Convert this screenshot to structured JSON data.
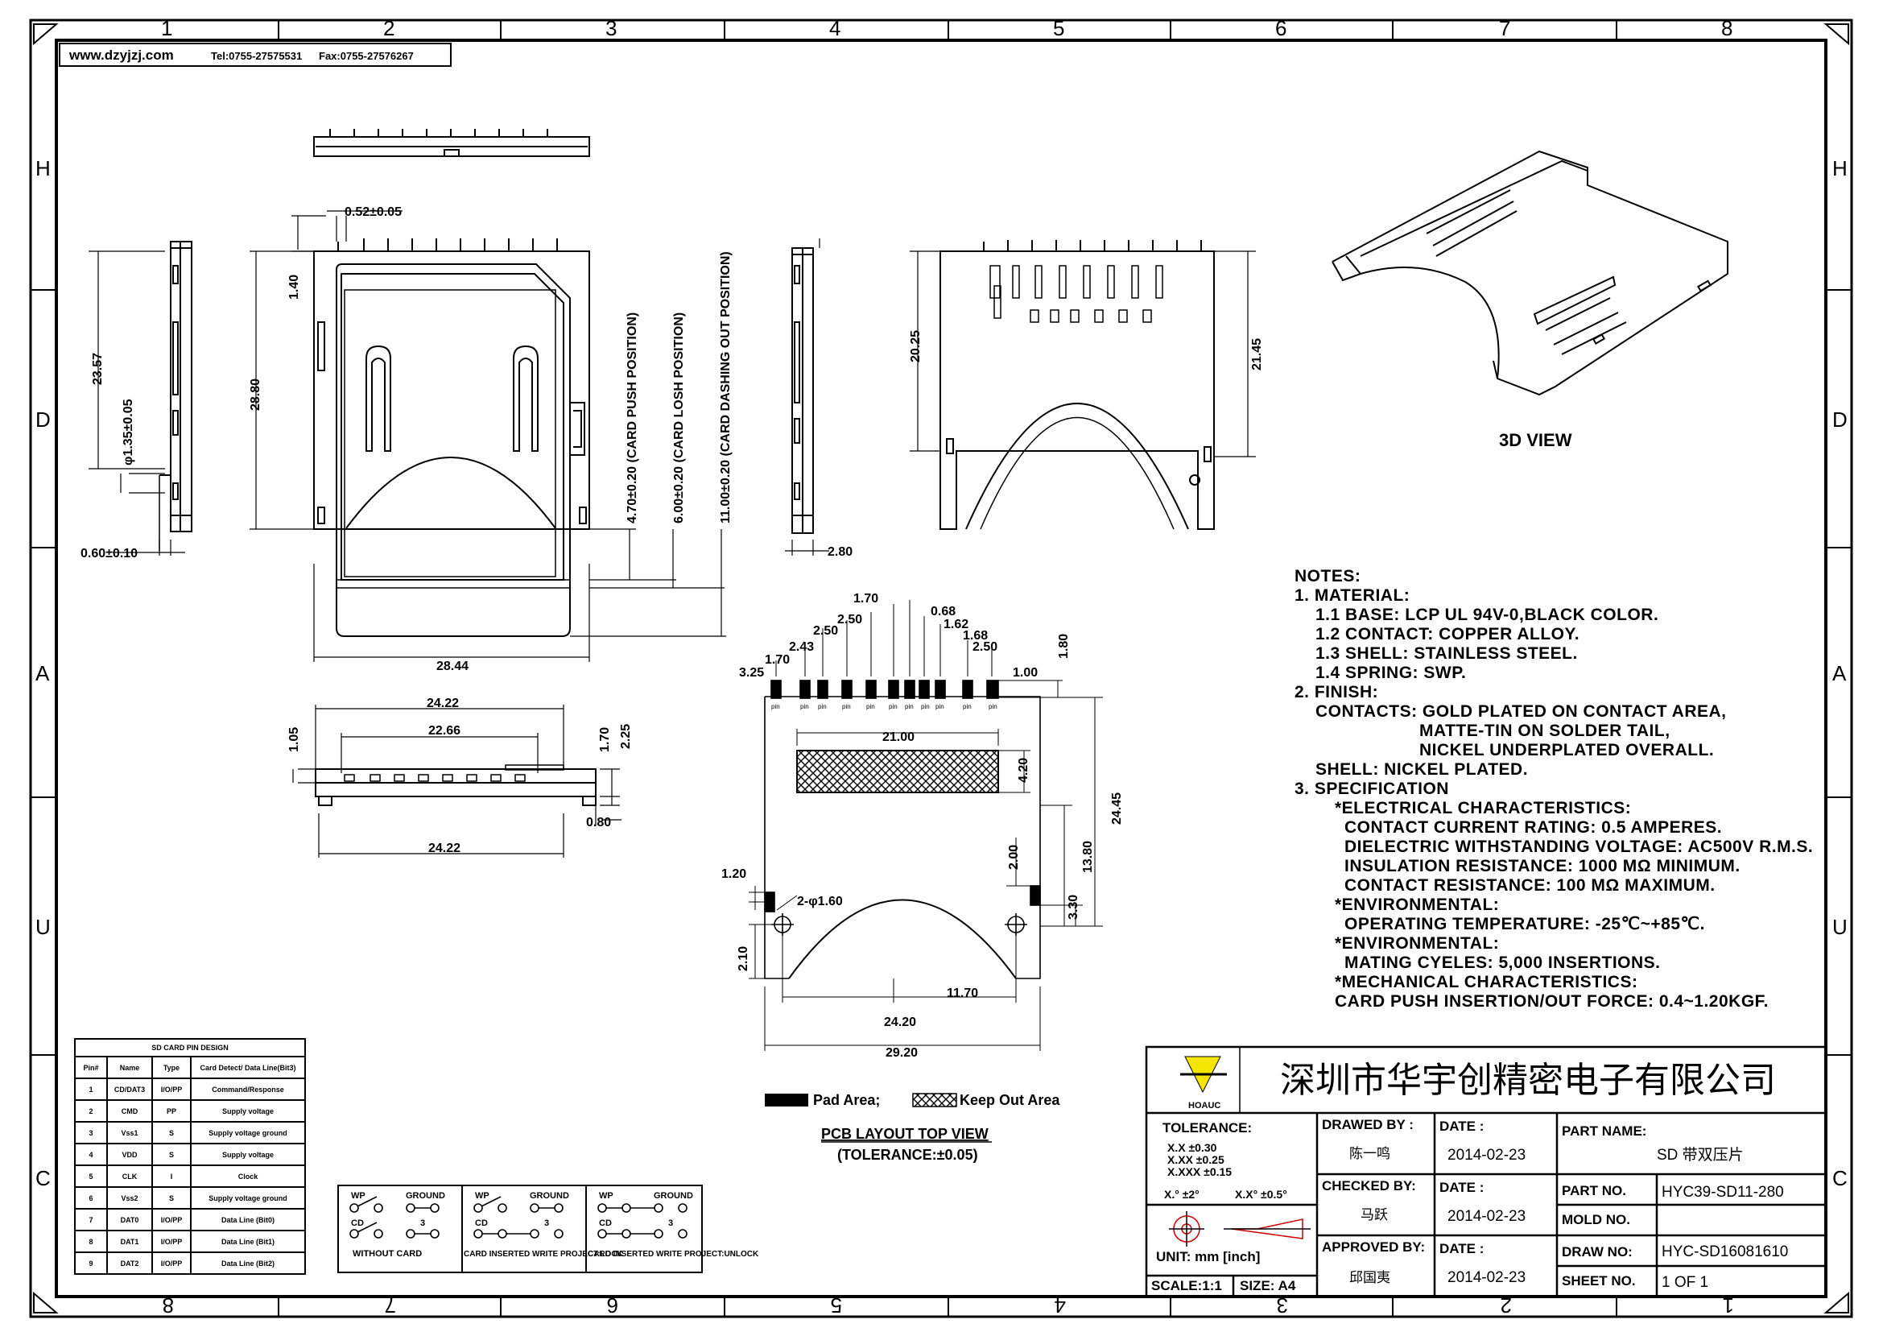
{
  "header": {
    "website": "www.dzyjzj.com",
    "tel": "Tel:0755-27575531",
    "fax": "Fax:0755-27576267"
  },
  "border": {
    "top_cols": [
      "1",
      "2",
      "3",
      "4",
      "5",
      "6",
      "7",
      "8"
    ],
    "bottom_cols": [
      "8",
      "7",
      "6",
      "5",
      "4",
      "3",
      "2",
      "1"
    ],
    "left_rows": [
      "H",
      "D",
      "A",
      "U",
      "C"
    ],
    "right_rows": [
      "H",
      "D",
      "A",
      "U",
      "C"
    ]
  },
  "views": {
    "left_view": {
      "dims": [
        "23.57",
        "φ1.35±0.05",
        "0.60±0.10"
      ]
    },
    "top_view": {
      "dims": [
        "0.52±0.05",
        "1.40",
        "28.80",
        "28.44",
        "4.70±0.20 (CARD PUSH POSITION)",
        "6.00±0.20 (CARD LOSH POSITION)",
        "11.00±0.20 (CARD DASHING OUT POSITION)"
      ]
    },
    "side_view": {
      "dims": [
        "2.80"
      ]
    },
    "bottom_view": {
      "dims": [
        "20.25",
        "21.45"
      ]
    },
    "front_view": {
      "dims": [
        "24.22",
        "22.66",
        "1.05",
        "1.70",
        "2.25",
        "0.80",
        "24.22"
      ]
    },
    "view_3d": {
      "label": "3D VIEW"
    }
  },
  "pcb_layout": {
    "dims": [
      "1.70",
      "0.68",
      "2.50",
      "1.62",
      "2.43",
      "1.68",
      "1.70",
      "2.50",
      "3.25",
      "2.50",
      "1.00",
      "1.80",
      "21.00",
      "4.20",
      "24.45",
      "13.80",
      "2.00",
      "3.30",
      "1.20",
      "2-φ1.60",
      "2.10",
      "11.70",
      "24.20",
      "29.20"
    ],
    "legend_pad": "Pad Area;",
    "legend_keepout": "Keep Out Area",
    "title": "PCB LAYOUT TOP VIEW",
    "tolerance": "(TOLERANCE:±0.05)"
  },
  "notes": {
    "heading": "NOTES:",
    "lines": [
      {
        "text": "1. MATERIAL:",
        "indent": 0
      },
      {
        "text": "1.1 BASE:  LCP UL 94V-0,BLACK COLOR.",
        "indent": 1
      },
      {
        "text": "1.2 CONTACT:  COPPER ALLOY.",
        "indent": 1
      },
      {
        "text": "1.3 SHELL:  STAINLESS STEEL.",
        "indent": 1
      },
      {
        "text": "1.4 SPRING:  SWP.",
        "indent": 1
      },
      {
        "text": "2. FINISH:",
        "indent": 0
      },
      {
        "text": "CONTACTS:  GOLD PLATED ON CONTACT AREA,",
        "indent": 1
      },
      {
        "text": "MATTE-TIN ON SOLDER TAIL,",
        "indent": 4
      },
      {
        "text": "NICKEL UNDERPLATED OVERALL.",
        "indent": 4
      },
      {
        "text": "SHELL:   NICKEL PLATED.",
        "indent": 1
      },
      {
        "text": "3. SPECIFICATION",
        "indent": 0
      },
      {
        "text": "*ELECTRICAL CHARACTERISTICS:",
        "indent": 2
      },
      {
        "text": "CONTACT CURRENT RATING:  0.5 AMPERES.",
        "indent": 3
      },
      {
        "text": "DIELECTRIC WITHSTANDING VOLTAGE:  AC500V R.M.S.",
        "indent": 3
      },
      {
        "text": "INSULATION RESISTANCE:  1000 MΩ MINIMUM.",
        "indent": 3
      },
      {
        "text": "CONTACT RESISTANCE:  100 MΩ MAXIMUM.",
        "indent": 3
      },
      {
        "text": "*ENVIRONMENTAL:",
        "indent": 2
      },
      {
        "text": "OPERATING TEMPERATURE:  -25℃~+85℃.",
        "indent": 3
      },
      {
        "text": "*ENVIRONMENTAL:",
        "indent": 2
      },
      {
        "text": "MATING CYELES:  5,000 INSERTIONS.",
        "indent": 3
      },
      {
        "text": "*MECHANICAL CHARACTERISTICS:",
        "indent": 2
      },
      {
        "text": "CARD PUSH INSERTION/OUT FORCE:  0.4~1.20KGF.",
        "indent": 2
      }
    ]
  },
  "pin_table": {
    "title": "SD CARD PIN DESIGN",
    "headers": [
      "Pin#",
      "Name",
      "Type",
      "Card Detect/ Data Line(Bit3)"
    ],
    "rows": [
      [
        "1",
        "CD/DAT3",
        "I/O/PP",
        "Command/Response"
      ],
      [
        "2",
        "CMD",
        "PP",
        "Supply voltage"
      ],
      [
        "3",
        "Vss1",
        "S",
        "Supply voltage ground"
      ],
      [
        "4",
        "VDD",
        "S",
        "Supply voltage"
      ],
      [
        "5",
        "CLK",
        "I",
        "Clock"
      ],
      [
        "6",
        "Vss2",
        "S",
        "Supply voltage ground"
      ],
      [
        "7",
        "DAT0",
        "I/O/PP",
        "Data Line (Bit0)"
      ],
      [
        "8",
        "DAT1",
        "I/O/PP",
        "Data Line (Bit1)"
      ],
      [
        "9",
        "DAT2",
        "I/O/PP",
        "Data Line (Bit2)"
      ]
    ]
  },
  "switch_diagrams": [
    {
      "caption": "WITHOUT CARD",
      "wp": "WP",
      "gnd": "GROUND",
      "cd": "CD",
      "three": "3"
    },
    {
      "caption": "CARD INSERTED WRITE PROJECT:LOCK",
      "wp": "WP",
      "gnd": "GROUND",
      "cd": "CD",
      "three": "3"
    },
    {
      "caption": "CARD INSERTED WRITE PROJECT:UNLOCK",
      "wp": "WP",
      "gnd": "GROUND",
      "cd": "CD",
      "three": "3"
    }
  ],
  "title_block": {
    "company": "深圳市华宇创精密电子有限公司",
    "logo_text": "HOAUC",
    "tolerance_label": "TOLERANCE:",
    "tol_x": "X.X     ±0.30",
    "tol_xx": "X.XX    ±0.25",
    "tol_xxx": "X.XXX  ±0.15",
    "tol_ang1": "X.°  ±2°",
    "tol_ang2": "X.X°  ±0.5°",
    "unit": "UNIT:  mm  [inch]",
    "scale": "SCALE:1:1",
    "size": "SIZE: A4",
    "drawn_by_label": "DRAWED BY :",
    "drawn_by": "陈一鸣",
    "checked_by_label": "CHECKED BY:",
    "checked_by": "马跃",
    "approved_by_label": "APPROVED BY:",
    "approved_by": "邱国夷",
    "date_label": "DATE :",
    "date1": "2014-02-23",
    "date2": "2014-02-23",
    "date3": "2014-02-23",
    "part_name_label": "PART NAME:",
    "part_name": "SD 带双压片",
    "part_no_label": "PART NO.",
    "part_no": "HYC39-SD11-280",
    "mold_no_label": "MOLD NO.",
    "mold_no": "",
    "draw_no_label": "DRAW NO:",
    "draw_no": "HYC-SD16081610",
    "sheet_no_label": "SHEET NO.",
    "sheet_no": "1 OF 1"
  }
}
